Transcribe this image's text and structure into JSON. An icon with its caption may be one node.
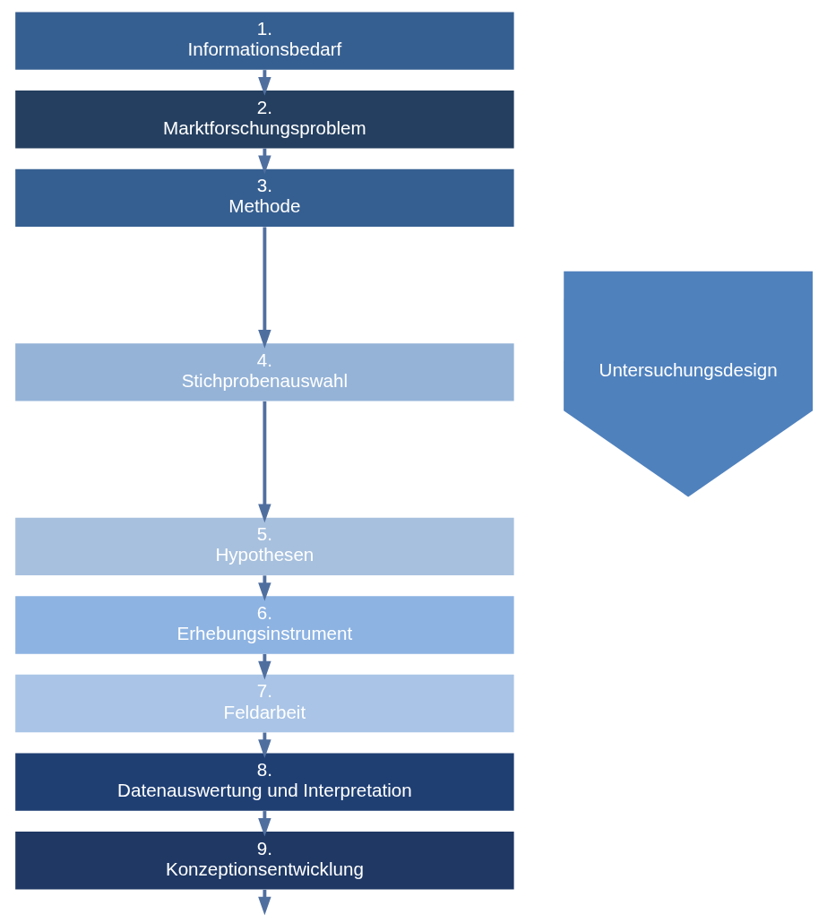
{
  "diagram": {
    "nodes": [
      {
        "text": [
          "1.",
          "Informationsbedarf"
        ]
      },
      {
        "text": [
          "2.",
          "Marktforschungsproblem"
        ]
      },
      {
        "text": [
          "3.",
          "Methode"
        ]
      },
      {
        "text": [
          "4.",
          "Stichprobenauswahl"
        ]
      },
      {
        "text": [
          "5.",
          "Hypothesen"
        ]
      },
      {
        "text": [
          "6.",
          "Erhebungsinstrument"
        ]
      },
      {
        "text": [
          "7.",
          "Feldarbeit"
        ]
      },
      {
        "text": [
          "8.",
          "Datenauswertung und Interpretation"
        ]
      },
      {
        "text": [
          "9.",
          "Konzeptionsentwicklung"
        ]
      },
      {
        "text": [
          "Untersuchungsdesign"
        ]
      }
    ],
    "edges": [
      {
        "from": 0,
        "to": 1,
        "arrow": "to"
      },
      {
        "from": 1,
        "to": 2,
        "arrow": "to"
      },
      {
        "from": 2,
        "to": 3,
        "arrow": "to"
      },
      {
        "from": 3,
        "to": 4,
        "arrow": "to"
      },
      {
        "from": 4,
        "to": 5,
        "arrow": "to"
      },
      {
        "from": 5,
        "to": 6,
        "arrow": "to"
      },
      {
        "from": 6,
        "to": 7,
        "arrow": "to"
      },
      {
        "from": 7,
        "to": 8,
        "arrow": "to"
      },
      {
        "from": 8,
        "to": null,
        "arrow": "to"
      }
    ]
  }
}
